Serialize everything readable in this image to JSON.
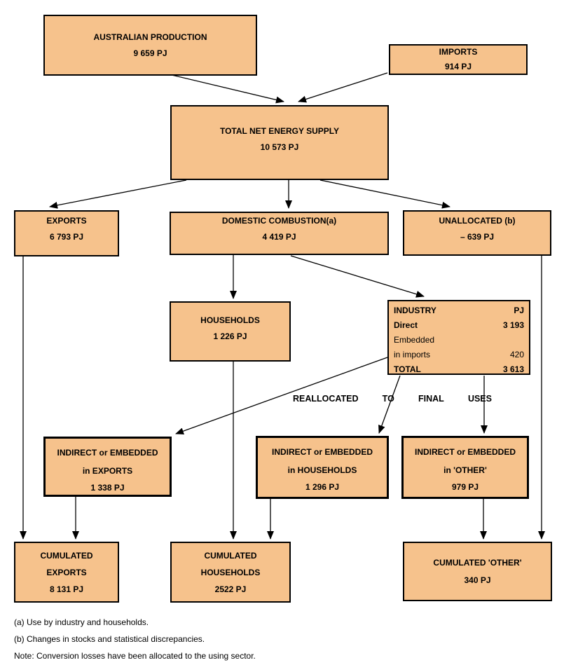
{
  "colors": {
    "box_fill": "#F6C28C",
    "box_border": "#000000",
    "arrow": "#000000"
  },
  "boxes": {
    "australian_production": {
      "line1": "AUSTRALIAN PRODUCTION",
      "line2": "9 659 PJ"
    },
    "imports": {
      "line1": "IMPORTS",
      "line2": "914 PJ"
    },
    "total_net_energy_supply": {
      "line1": "TOTAL NET ENERGY SUPPLY",
      "line2": "10 573 PJ"
    },
    "exports": {
      "line1": "EXPORTS",
      "line2": "6 793 PJ"
    },
    "domestic_combustion": {
      "line1": "DOMESTIC COMBUSTION(a)",
      "line2": "4 419 PJ"
    },
    "unallocated": {
      "line1": "UNALLOCATED (b)",
      "line2": "– 639 PJ"
    },
    "households": {
      "line1": "HOUSEHOLDS",
      "line2": "1 226 PJ"
    },
    "indirect_exports": {
      "line1": "INDIRECT or EMBEDDED",
      "line2": "in EXPORTS",
      "value": "1 338 PJ"
    },
    "indirect_households": {
      "line1": "INDIRECT or EMBEDDED",
      "line2": "in HOUSEHOLDS",
      "value": "1 296 PJ"
    },
    "indirect_other": {
      "line1": "INDIRECT or EMBEDDED",
      "line2": "in 'OTHER'",
      "value": "979 PJ"
    },
    "cumulated_exports": {
      "line1": "CUMULATED",
      "line2": "EXPORTS",
      "line3": "8 131 PJ"
    },
    "cumulated_households": {
      "line1": "CUMULATED",
      "line2": "HOUSEHOLDS",
      "line3": "2522 PJ"
    },
    "cumulated_other": {
      "line1": "CUMULATED 'OTHER'",
      "line2": "340 PJ"
    }
  },
  "industry": {
    "rows": [
      {
        "label": "INDUSTRY",
        "value": "PJ"
      },
      {
        "label": "Direct",
        "value": "3 193"
      },
      {
        "label": "Embedded",
        "value": ""
      },
      {
        "label": "in imports",
        "value": "420"
      },
      {
        "label": "TOTAL",
        "value": "3 613"
      }
    ]
  },
  "reallocated": {
    "words": [
      "REALLOCATED",
      "TO",
      "FINAL",
      "USES"
    ]
  },
  "footnotes": [
    "(a) Use by industry and households.",
    "(b) Changes in stocks and statistical discrepancies.",
    "Note: Conversion losses have been allocated to the using sector."
  ]
}
